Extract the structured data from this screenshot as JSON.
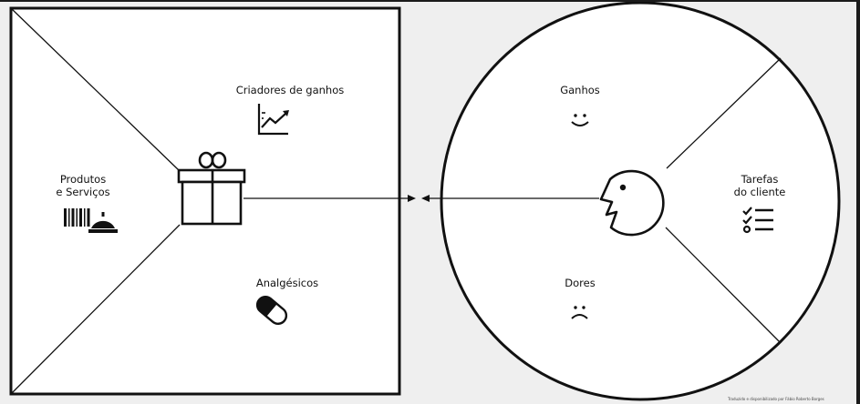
{
  "value_map": {
    "gain_creators": "Criadores de ganhos",
    "products_services_line1": "Produtos",
    "products_services_line2": "e Serviços",
    "pain_relievers": "Analgésicos"
  },
  "customer_profile": {
    "gains": "Ganhos",
    "customer_jobs_line1": "Tarefas",
    "customer_jobs_line2": "do cliente",
    "pains": "Dores"
  },
  "credit": "Traduzido e disponibilizado por Fábio Roberto Borges",
  "colors": {
    "background": "#efefef",
    "frame": "#1b1b1b",
    "ink": "#111111"
  },
  "icons": {
    "center_square": "gift-icon",
    "products_services": "barcode-service-bell-icon",
    "gain_creators": "chart-up-icon",
    "pain_relievers": "pill-icon",
    "customer": "face-profile-icon",
    "gains": "smile-icon",
    "pains": "frown-icon",
    "customer_jobs": "checklist-icon"
  }
}
